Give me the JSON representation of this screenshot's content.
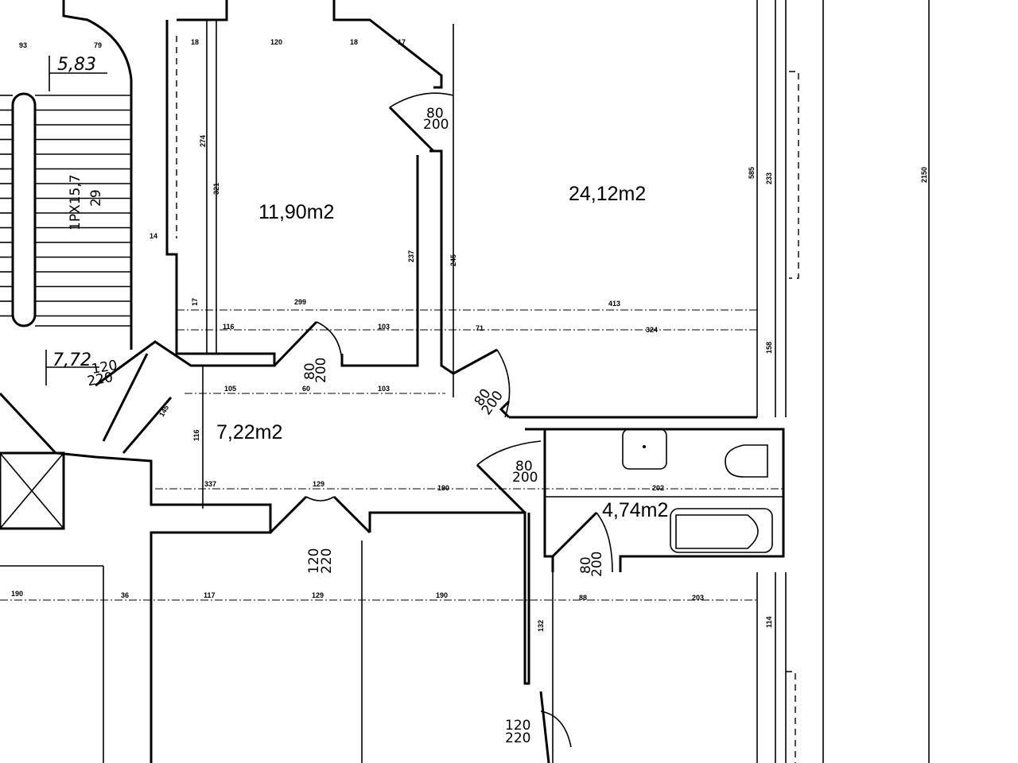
{
  "rooms": [
    {
      "id": "room-a",
      "area": "11,90m2"
    },
    {
      "id": "room-b",
      "area": "24,12m2"
    },
    {
      "id": "hall",
      "area": "7,22m2"
    },
    {
      "id": "bath",
      "area": "4,74m2"
    }
  ],
  "levels": [
    "5,83",
    "7,72"
  ],
  "stair_label": [
    "1PX15,7",
    "29"
  ],
  "doors": {
    "d80": [
      "80",
      "200"
    ],
    "d120": [
      "120",
      "220"
    ]
  },
  "dimensions": {
    "top": [
      "93",
      "79",
      "18",
      "120",
      "18",
      "17"
    ],
    "vertical": [
      "274",
      "321",
      "237",
      "245",
      "585",
      "233",
      "158",
      "116",
      "114",
      "2150"
    ],
    "middle": [
      "299",
      "413",
      "116",
      "103",
      "71",
      "324",
      "105",
      "60",
      "103",
      "14",
      "17"
    ],
    "lower": [
      "337",
      "129",
      "190",
      "202",
      "190",
      "36",
      "117",
      "129",
      "190",
      "88",
      "203",
      "132",
      "145"
    ]
  }
}
